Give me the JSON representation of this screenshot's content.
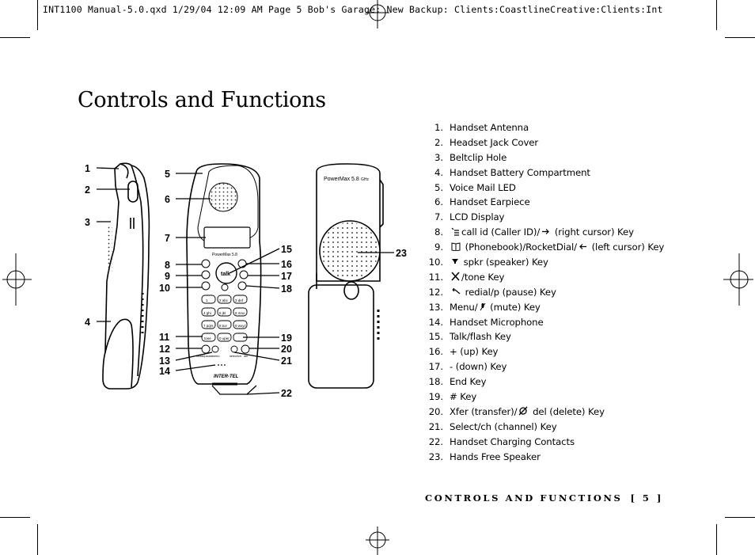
{
  "slug": "INT1100 Manual-5.0.qxd  1/29/04  12:09 AM  Page 5 Bob's Garage: New Backup: Clients:CoastlineCreative:Clients:Int",
  "title": "Controls and Functions",
  "callouts": [
    "1",
    "2",
    "3",
    "4",
    "5",
    "6",
    "7",
    "8",
    "9",
    "10",
    "11",
    "12",
    "13",
    "14",
    "15",
    "16",
    "17",
    "18",
    "19",
    "20",
    "21",
    "22",
    "23"
  ],
  "phone_text": {
    "brand": "PowerMax 5.8",
    "brand_unit": "GHz",
    "talk": "talk",
    "maker": "INTER-TEL",
    "tone": "tone",
    "oper": "0 oper",
    "redial": "redial/pause",
    "menu": "menu",
    "select": "select/ch",
    "del": "del",
    "keys": [
      "1",
      "2 abc",
      "3 def",
      "4 ghi",
      "5 jkl",
      "6 mno",
      "7 pqrs",
      "8 tuv",
      "9 wxyz"
    ]
  },
  "controls": [
    {
      "num": "1.",
      "pre": "Handset Antenna"
    },
    {
      "num": "2.",
      "pre": "Headset Jack Cover"
    },
    {
      "num": "3.",
      "pre": "Beltclip Hole"
    },
    {
      "num": "4.",
      "pre": "Handset Battery Compartment"
    },
    {
      "num": "5.",
      "pre": "Voice Mail LED"
    },
    {
      "num": "6.",
      "pre": "Handset Earpiece"
    },
    {
      "num": "7.",
      "pre": "LCD Display"
    },
    {
      "num": "8.",
      "glyph": "callid-icon",
      "pre": "call id (Caller ID)/",
      "arrow": "right",
      "post": " (right cursor) Key"
    },
    {
      "num": "9.",
      "glyph": "phonebook-icon",
      "pre": " (Phonebook)/RocketDial/",
      "arrow": "left",
      "post": " (left cursor) Key"
    },
    {
      "num": "10.",
      "glyph": "speaker-icon",
      "pre": " spkr (speaker) Key"
    },
    {
      "num": "11.",
      "glyph": "star-icon",
      "pre": "/tone Key"
    },
    {
      "num": "12.",
      "glyph": "redial-icon",
      "pre": " redial/p (pause) Key"
    },
    {
      "num": "13.",
      "pre": "Menu/",
      "glyph2": "mute-icon",
      "post": " (mute) Key"
    },
    {
      "num": "14.",
      "pre": "Handset Microphone"
    },
    {
      "num": "15.",
      "pre": "Talk/flash Key"
    },
    {
      "num": "16.",
      "pre": "+ (up) Key"
    },
    {
      "num": "17.",
      "pre": "- (down) Key"
    },
    {
      "num": "18.",
      "pre": "End Key"
    },
    {
      "num": "19.",
      "pre": "# Key"
    },
    {
      "num": "20.",
      "pre": "Xfer (transfer)/",
      "glyph2": "delete-icon",
      "post": " del (delete) Key"
    },
    {
      "num": "21.",
      "pre": "Select/ch (channel) Key"
    },
    {
      "num": "22.",
      "pre": "Handset Charging Contacts"
    },
    {
      "num": "23.",
      "pre": "Hands Free Speaker"
    }
  ],
  "footer": {
    "label": "CONTROLS AND FUNCTIONS",
    "page": "[ 5 ]"
  }
}
